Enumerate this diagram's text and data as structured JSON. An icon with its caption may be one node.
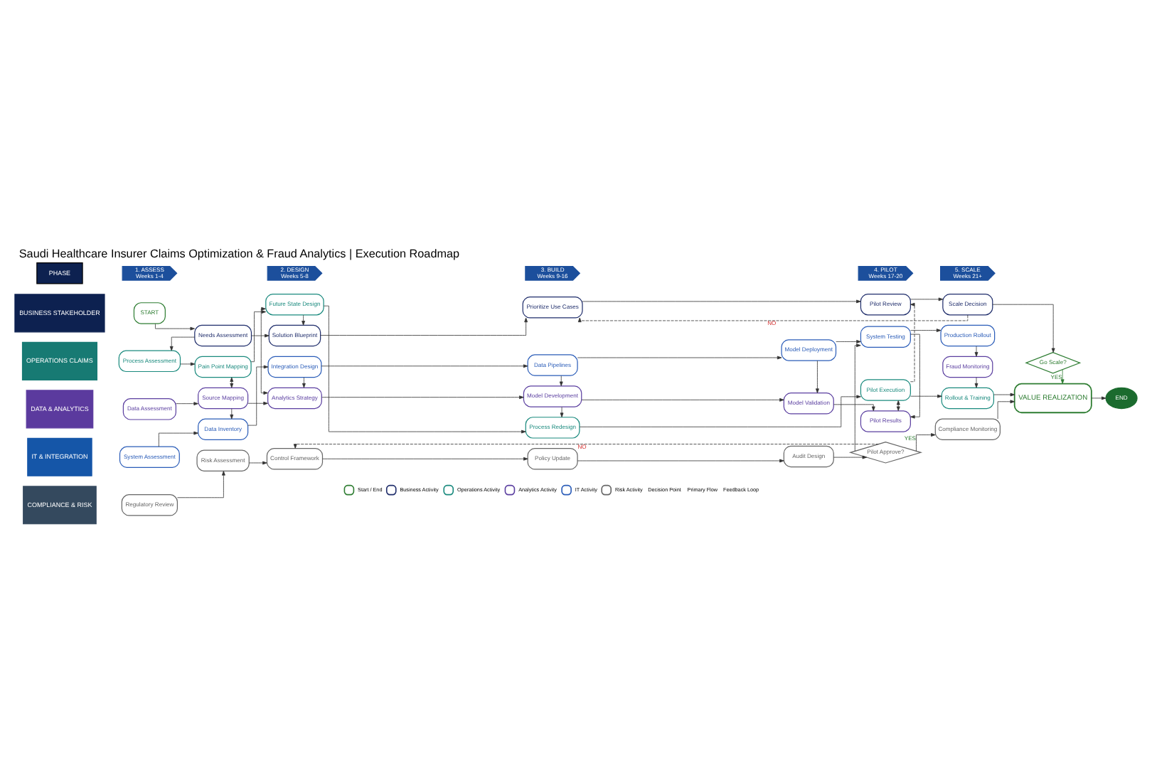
{
  "diagram": {
    "title": "Saudi Healthcare Insurer Claims Optimization & Fraud Analytics | Execution Roadmap",
    "nodes": [
      {
        "text": [
          "PHASE"
        ]
      },
      {
        "text": [
          "1. ASSESS",
          "Weeks 1-4"
        ]
      },
      {
        "text": [
          "2. DESIGN",
          "Weeks 5-8"
        ]
      },
      {
        "text": [
          "3. BUILD",
          "Weeks 9-16"
        ]
      },
      {
        "text": [
          "4. PILOT",
          "Weeks 17-20"
        ]
      },
      {
        "text": [
          "5. SCALE",
          "Weeks 21+"
        ]
      },
      {
        "text": [
          "BUSINESS STAKEHOLDER"
        ]
      },
      {
        "text": [
          "OPERATIONS CLAIMS"
        ]
      },
      {
        "text": [
          "DATA & ANALYTICS"
        ]
      },
      {
        "text": [
          "IT & INTEGRATION"
        ]
      },
      {
        "text": [
          "COMPLIANCE & RISK"
        ]
      },
      {
        "text": [
          "START"
        ]
      },
      {
        "text": [
          "Needs Assessment"
        ]
      },
      {
        "text": [
          "Solution Blueprint"
        ]
      },
      {
        "text": [
          "Prioritize Use Cases"
        ]
      },
      {
        "text": [
          "Pilot Review"
        ]
      },
      {
        "text": [
          "Scale Decision"
        ]
      },
      {
        "text": [
          "Go Scale?"
        ]
      },
      {
        "text": [
          "Process Assessment"
        ]
      },
      {
        "text": [
          "Pain Point Mapping"
        ]
      },
      {
        "text": [
          "Future State Design"
        ]
      },
      {
        "text": [
          "Process Redesign"
        ]
      },
      {
        "text": [
          "Pilot Execution"
        ]
      },
      {
        "text": [
          "Rollout & Training"
        ]
      },
      {
        "text": [
          "Data Assessment"
        ]
      },
      {
        "text": [
          "Source Mapping"
        ]
      },
      {
        "text": [
          "Analytics Strategy"
        ]
      },
      {
        "text": [
          "Model Development"
        ]
      },
      {
        "text": [
          "Model Validation"
        ]
      },
      {
        "text": [
          "Pilot Results"
        ]
      },
      {
        "text": [
          "Fraud Monitoring"
        ]
      },
      {
        "text": [
          "System Assessment"
        ]
      },
      {
        "text": [
          "Data Inventory"
        ]
      },
      {
        "text": [
          "Integration Design"
        ]
      },
      {
        "text": [
          "Data Pipelines"
        ]
      },
      {
        "text": [
          "Model Deployment"
        ]
      },
      {
        "text": [
          "System Testing"
        ]
      },
      {
        "text": [
          "Production Rollout"
        ]
      },
      {
        "text": [
          "Regulatory Review"
        ]
      },
      {
        "text": [
          "Risk Assessment"
        ]
      },
      {
        "text": [
          "Control Framework"
        ]
      },
      {
        "text": [
          "Policy Update"
        ]
      },
      {
        "text": [
          "Audit Design"
        ]
      },
      {
        "text": [
          "Pilot Approve?"
        ]
      },
      {
        "text": [
          "Compliance Monitoring"
        ]
      },
      {
        "text": [
          "VALUE REALIZATION"
        ]
      },
      {
        "text": [
          "END"
        ]
      }
    ],
    "edges": [
      {
        "from": 11,
        "to": 12,
        "arrow": "to"
      },
      {
        "from": 12,
        "to": 13,
        "arrow": "to"
      },
      {
        "from": 13,
        "to": 14,
        "arrow": "to"
      },
      {
        "from": 14,
        "to": 15,
        "arrow": "to"
      },
      {
        "from": 15,
        "to": 16,
        "arrow": "to"
      },
      {
        "from": 16,
        "to": 17,
        "arrow": "to"
      },
      {
        "from": 16,
        "to": 14,
        "arrow": "to",
        "label": "NO",
        "style": "dashed"
      },
      {
        "from": 12,
        "to": 18,
        "arrow": "to"
      },
      {
        "from": 17,
        "to": 45,
        "arrow": "to",
        "label": "YES",
        "color": "#2e7d32"
      },
      {
        "from": 18,
        "to": 19,
        "arrow": "to"
      },
      {
        "from": 19,
        "to": 20,
        "arrow": "to"
      },
      {
        "from": 20,
        "to": 21,
        "arrow": "to"
      },
      {
        "from": 21,
        "to": 22,
        "arrow": "to"
      },
      {
        "from": 22,
        "to": 23,
        "arrow": "to"
      },
      {
        "from": 20,
        "to": 13,
        "arrow": "to"
      },
      {
        "from": 22,
        "to": 15,
        "arrow": "to",
        "style": "dashed"
      },
      {
        "from": 19,
        "to": 25,
        "arrow": "both"
      },
      {
        "from": 20,
        "to": 26,
        "arrow": "both"
      },
      {
        "from": 27,
        "to": 21,
        "arrow": "to"
      },
      {
        "from": 22,
        "to": 29,
        "arrow": "both"
      },
      {
        "from": 30,
        "to": 23,
        "arrow": "to"
      },
      {
        "from": 23,
        "to": 45,
        "arrow": "to"
      },
      {
        "from": 24,
        "to": 25,
        "arrow": "to"
      },
      {
        "from": 25,
        "to": 26,
        "arrow": "to"
      },
      {
        "from": 26,
        "to": 27,
        "arrow": "to"
      },
      {
        "from": 27,
        "to": 28,
        "arrow": "to"
      },
      {
        "from": 28,
        "to": 29,
        "arrow": "to"
      },
      {
        "from": 25,
        "to": 32,
        "arrow": "to"
      },
      {
        "from": 33,
        "to": 26,
        "arrow": "to"
      },
      {
        "from": 34,
        "to": 27,
        "arrow": "to"
      },
      {
        "from": 35,
        "to": 28,
        "arrow": "to"
      },
      {
        "from": 36,
        "to": 29,
        "arrow": "to"
      },
      {
        "from": 37,
        "to": 30,
        "arrow": "to"
      },
      {
        "from": 31,
        "to": 32,
        "arrow": "to"
      },
      {
        "from": 32,
        "to": 33,
        "arrow": "to"
      },
      {
        "from": 33,
        "to": 34,
        "arrow": "to"
      },
      {
        "from": 34,
        "to": 35,
        "arrow": "to"
      },
      {
        "from": 35,
        "to": 36,
        "arrow": "to"
      },
      {
        "from": 36,
        "to": 37,
        "arrow": "to"
      },
      {
        "from": 43,
        "to": 36,
        "arrow": "to"
      },
      {
        "from": 38,
        "to": 39,
        "arrow": "to"
      },
      {
        "from": 39,
        "to": 40,
        "arrow": "to"
      },
      {
        "from": 40,
        "to": 41,
        "arrow": "to"
      },
      {
        "from": 41,
        "to": 42,
        "arrow": "to"
      },
      {
        "from": 42,
        "to": 43,
        "arrow": "to"
      },
      {
        "from": 43,
        "to": 44,
        "arrow": "to",
        "label": "YES"
      },
      {
        "from": 43,
        "to": 40,
        "arrow": "to",
        "label": "NO",
        "style": "dashed"
      },
      {
        "from": 44,
        "to": 45,
        "arrow": "to"
      },
      {
        "from": 45,
        "to": 46,
        "arrow": "to"
      }
    ],
    "legend": [
      {
        "text": "Start / End",
        "color": "#2e7d32"
      },
      {
        "text": "Business Activity",
        "color": "#1f2d6b"
      },
      {
        "text": "Operations Activity",
        "color": "#1a8a7e"
      },
      {
        "text": "Analytics Activity",
        "color": "#5b3fa0"
      },
      {
        "text": "IT Activity",
        "color": "#2a5cb8"
      },
      {
        "text": "Risk Activity",
        "color": "#666666"
      },
      {
        "text": "Decision Point"
      },
      {
        "text": "Primary Flow"
      },
      {
        "text": "Feedback Loop"
      }
    ]
  }
}
